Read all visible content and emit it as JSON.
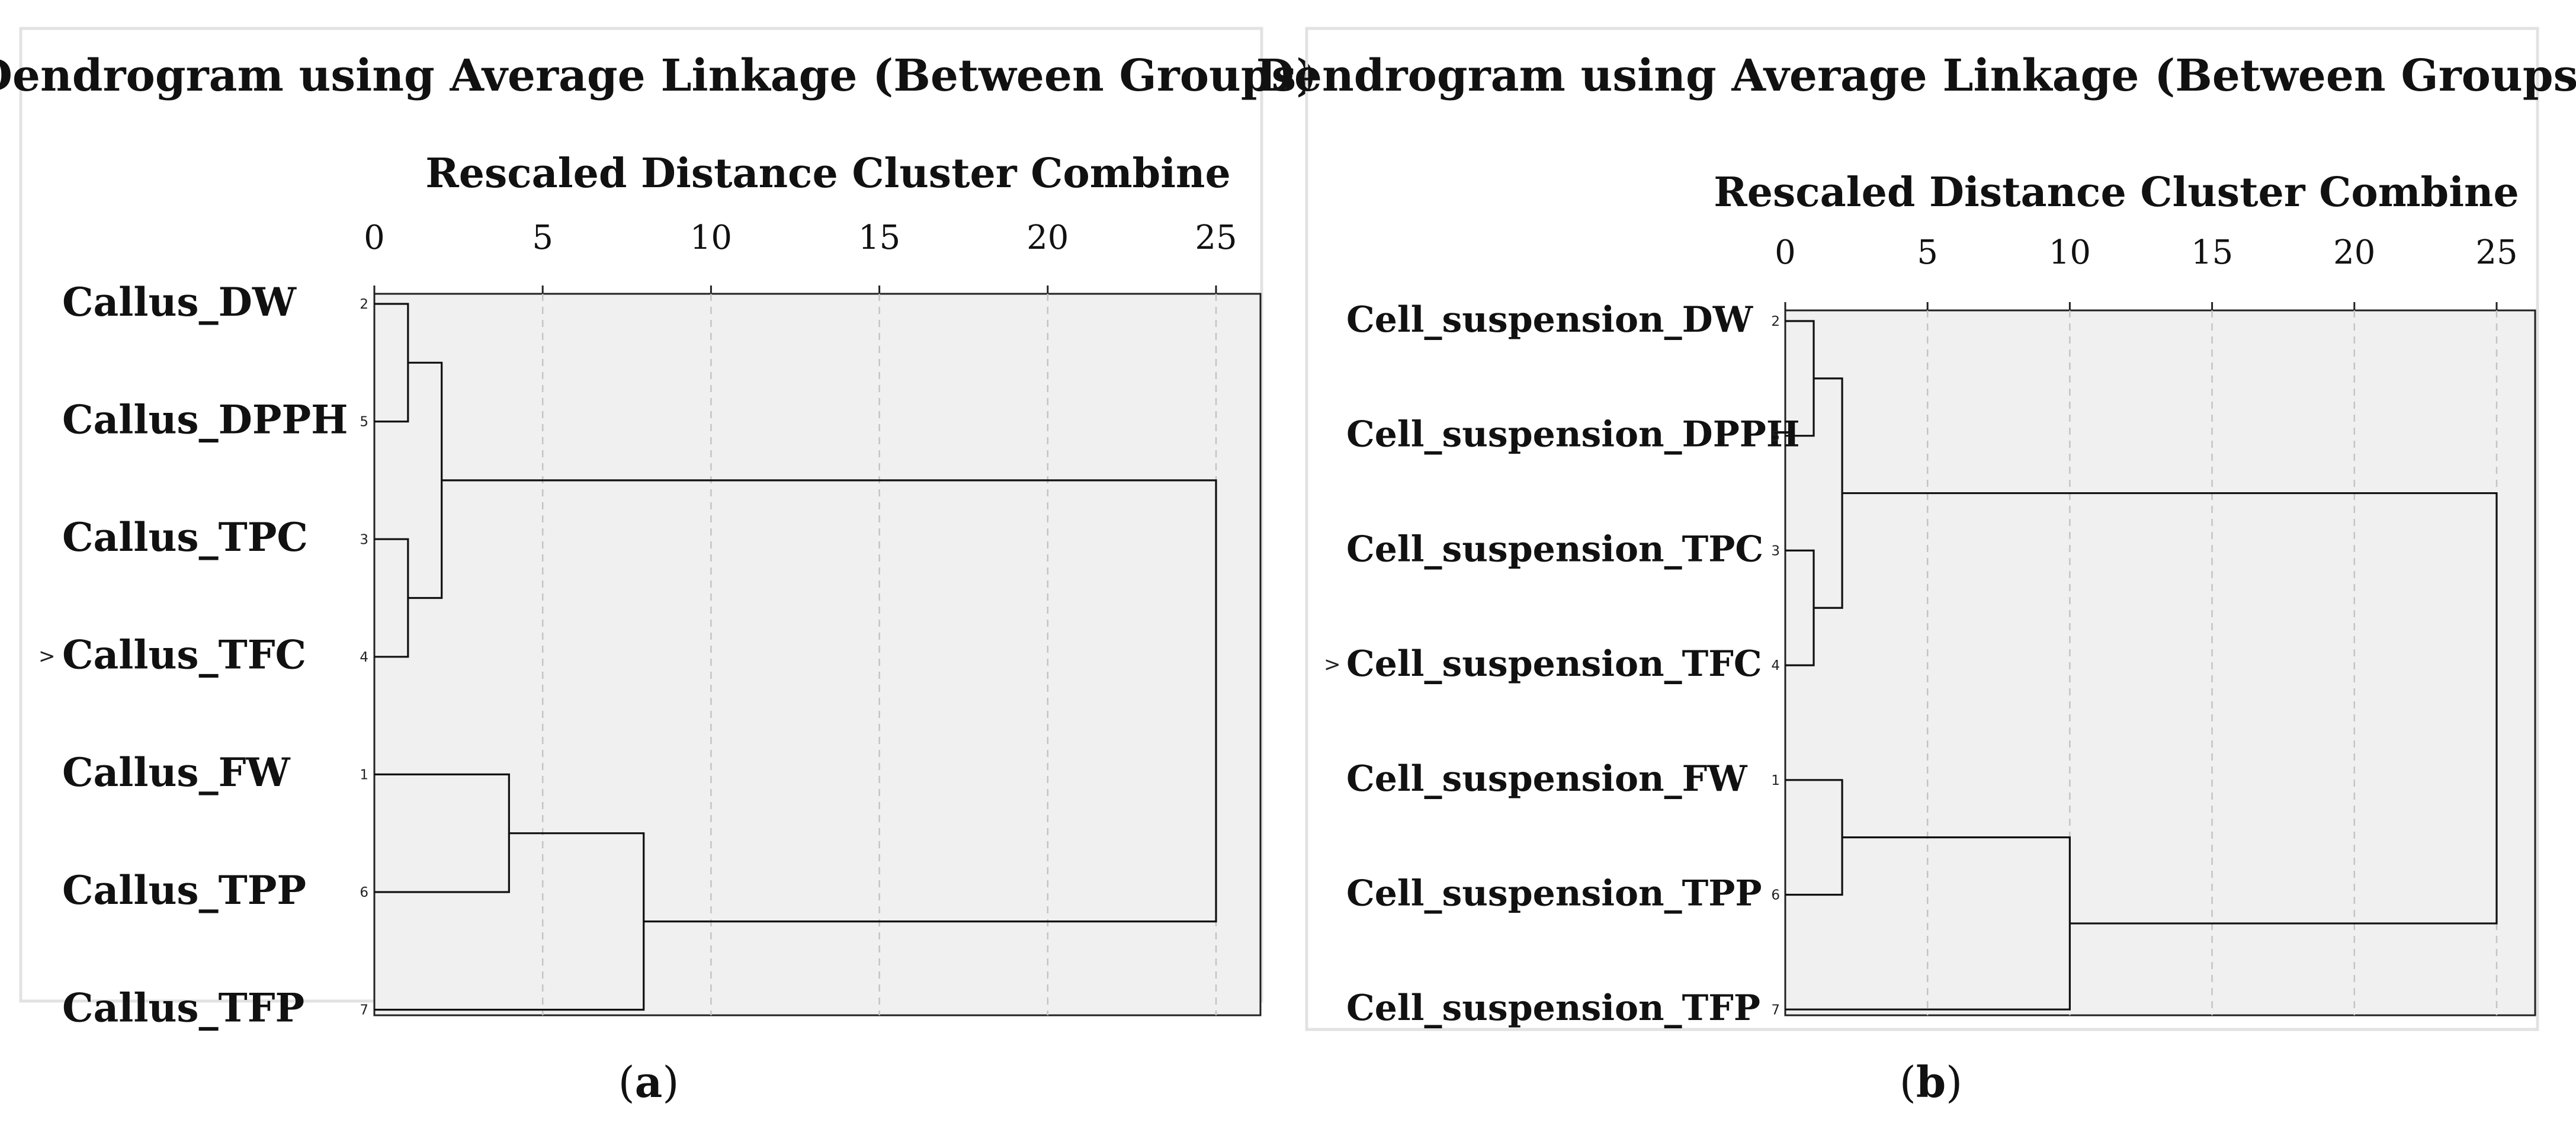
{
  "chart_data": [
    {
      "type": "dendrogram",
      "panel": "a",
      "title": "Dendrogram using Average Linkage (Between Groups)",
      "xlabel": "Rescaled Distance Cluster Combine",
      "xlim": [
        0,
        25
      ],
      "xticks": [
        "0",
        "5",
        "10",
        "15",
        "20",
        "25"
      ],
      "leaves": [
        {
          "label": "Callus_DW",
          "number": "2",
          "marker": ""
        },
        {
          "label": "Callus_DPPH",
          "number": "5",
          "marker": ""
        },
        {
          "label": "Callus_TPC",
          "number": "3",
          "marker": ""
        },
        {
          "label": "Callus_TFC",
          "number": "4",
          "marker": ">"
        },
        {
          "label": "Callus_FW",
          "number": "1",
          "marker": ""
        },
        {
          "label": "Callus_TPP",
          "number": "6",
          "marker": ""
        },
        {
          "label": "Callus_TFP",
          "number": "7",
          "marker": ""
        }
      ],
      "merges": [
        {
          "left": 0,
          "right": 1,
          "distance": 1
        },
        {
          "left": 2,
          "right": 3,
          "distance": 1
        },
        {
          "left": 7,
          "right": 8,
          "distance": 2
        },
        {
          "left": 4,
          "right": 5,
          "distance": 4
        },
        {
          "left": 10,
          "right": 6,
          "distance": 8
        },
        {
          "left": 9,
          "right": 11,
          "distance": 25
        }
      ],
      "caption": "a"
    },
    {
      "type": "dendrogram",
      "panel": "b",
      "title": "Dendrogram using Average Linkage (Between Groups)",
      "xlabel": "Rescaled Distance Cluster Combine",
      "xlim": [
        0,
        25
      ],
      "xticks": [
        "0",
        "5",
        "10",
        "15",
        "20",
        "25"
      ],
      "leaves": [
        {
          "label": "Cell_suspension_DW",
          "number": "2",
          "marker": ""
        },
        {
          "label": "Cell_suspension_DPPH",
          "number": "5",
          "marker": ""
        },
        {
          "label": "Cell_suspension_TPC",
          "number": "3",
          "marker": ""
        },
        {
          "label": "Cell_suspension_TFC",
          "number": "4",
          "marker": ">"
        },
        {
          "label": "Cell_suspension_FW",
          "number": "1",
          "marker": ""
        },
        {
          "label": "Cell_suspension_TPP",
          "number": "6",
          "marker": ""
        },
        {
          "label": "Cell_suspension_TFP",
          "number": "7",
          "marker": ""
        }
      ],
      "merges": [
        {
          "left": 0,
          "right": 1,
          "distance": 1
        },
        {
          "left": 2,
          "right": 3,
          "distance": 1
        },
        {
          "left": 7,
          "right": 8,
          "distance": 2
        },
        {
          "left": 4,
          "right": 5,
          "distance": 2
        },
        {
          "left": 10,
          "right": 6,
          "distance": 10
        },
        {
          "left": 9,
          "right": 11,
          "distance": 25
        }
      ],
      "caption": "b"
    }
  ],
  "colors": {
    "background": "#ffffff",
    "frame": "#e2e2e2",
    "plot_background": "#f0f0f0",
    "grid": "#c4c4c4",
    "lines": "#111111"
  }
}
